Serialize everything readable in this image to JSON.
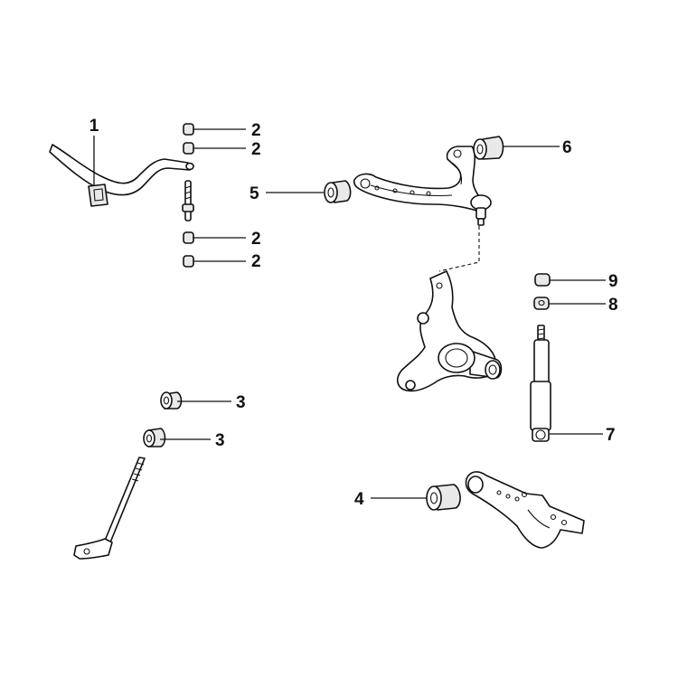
{
  "callouts": [
    {
      "key": "c1",
      "label": "1"
    },
    {
      "key": "c2a",
      "label": "2"
    },
    {
      "key": "c2b",
      "label": "2"
    },
    {
      "key": "c2c",
      "label": "2"
    },
    {
      "key": "c2d",
      "label": "2"
    },
    {
      "key": "c3a",
      "label": "3"
    },
    {
      "key": "c3b",
      "label": "3"
    },
    {
      "key": "c4",
      "label": "4"
    },
    {
      "key": "c5",
      "label": "5"
    },
    {
      "key": "c6",
      "label": "6"
    },
    {
      "key": "c7",
      "label": "7"
    },
    {
      "key": "c8",
      "label": "8"
    },
    {
      "key": "c9",
      "label": "9"
    }
  ]
}
